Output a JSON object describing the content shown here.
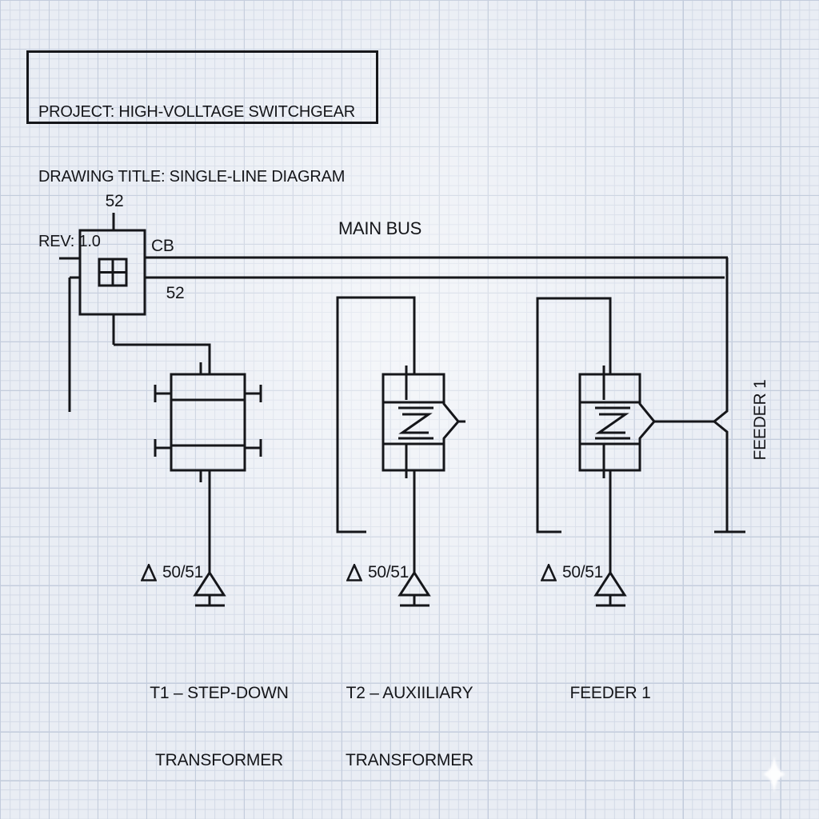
{
  "title_block": {
    "project": "PROJECT: HIGH-VOLLTAGE SWITCHGEAR",
    "drawing_title": "DRAWING TITLE: SINGLE-LINE DIAGRAM",
    "rev": "REV: 1.0"
  },
  "bus": {
    "label": "MAIN BUS"
  },
  "breaker": {
    "device_number_top": "52",
    "label": "CB",
    "device_number_side": "52"
  },
  "branches": {
    "t1": {
      "relay": "50/51",
      "name_line1": "T1 – STEP-DOWN",
      "name_line2": "TRANSFORMER"
    },
    "t2": {
      "relay": "50/51",
      "name_line1": "T2 – AUXIILIARY",
      "name_line2": "TRANSFORMER"
    },
    "feeder1": {
      "relay": "50/51",
      "name_line1": "FEEDER 1",
      "name_line2": ""
    }
  },
  "feeder_riser": {
    "label": "FEEDER 1"
  },
  "colors": {
    "ink": "#15161a",
    "paper": "#e9edf4",
    "grid_minor": "#d2d9e6",
    "grid_major": "#c3ccdc",
    "sparkle": "#ffffff"
  }
}
